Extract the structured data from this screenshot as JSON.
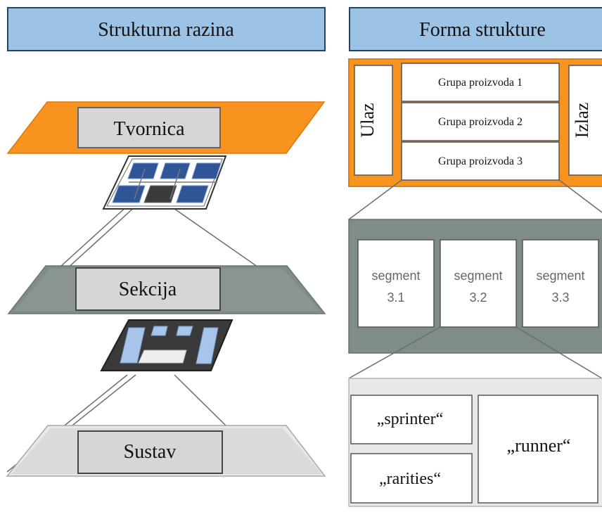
{
  "colors": {
    "header_fill": "#9bc3e6",
    "header_stroke": "#2f3f56",
    "factory_orange": "#f7931e",
    "section_gray": "#7f8c88",
    "system_light": "#d9d9d9",
    "label_box_fill": "#d9d9d9",
    "factory_cell_blue": "#2f5597",
    "section_cell_blue": "#a9c4eb",
    "dark_frame": "#3a3a3a"
  },
  "headers": {
    "left": "Strukturna razina",
    "right": "Forma strukture"
  },
  "levels": {
    "factory": "Tvornica",
    "section": "Sekcija",
    "system": "Sustav"
  },
  "factory_form": {
    "input": "Ulaz",
    "output": "Izlaz",
    "product_groups": [
      "Grupa proizvoda 1",
      "Grupa proizvoda 2",
      "Grupa proizvoda 3"
    ]
  },
  "section_form": {
    "segments": [
      {
        "line1": "segment",
        "line2": "3.1"
      },
      {
        "line1": "segment",
        "line2": "3.2"
      },
      {
        "line1": "segment",
        "line2": "3.3"
      }
    ]
  },
  "system_form": {
    "sprinter": "„sprinter“",
    "runner": "„runner“",
    "rarities": "„rarities“"
  }
}
